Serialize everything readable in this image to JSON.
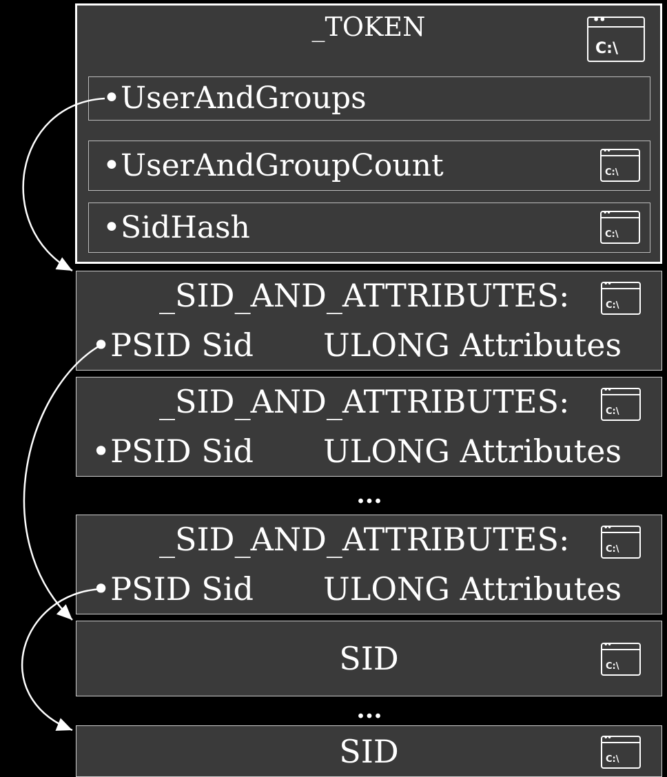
{
  "token": {
    "title": "_TOKEN",
    "icon": "console-icon",
    "fields": [
      {
        "label": "•UserAndGroups",
        "icon": null
      },
      {
        "label": "•UserAndGroupCount",
        "icon": "console-icon"
      },
      {
        "label": "•SidHash",
        "icon": "console-icon"
      }
    ]
  },
  "sid_and_attributes": [
    {
      "title": "_SID_AND_ATTRIBUTES:",
      "sid": "•PSID Sid",
      "attributes": "ULONG Attributes"
    },
    {
      "title": "_SID_AND_ATTRIBUTES:",
      "sid": "•PSID Sid",
      "attributes": "ULONG Attributes"
    },
    {
      "title": "_SID_AND_ATTRIBUTES:",
      "sid": "•PSID Sid",
      "attributes": "ULONG Attributes"
    }
  ],
  "sids": [
    {
      "label": "SID"
    },
    {
      "label": "SID"
    }
  ],
  "ellipsis": [
    "...",
    "..."
  ],
  "console_prompt": "C:\\",
  "colors": {
    "background": "#000000",
    "box": "#3a3a3a",
    "border": "#cfcfcf",
    "text": "#ffffff"
  }
}
